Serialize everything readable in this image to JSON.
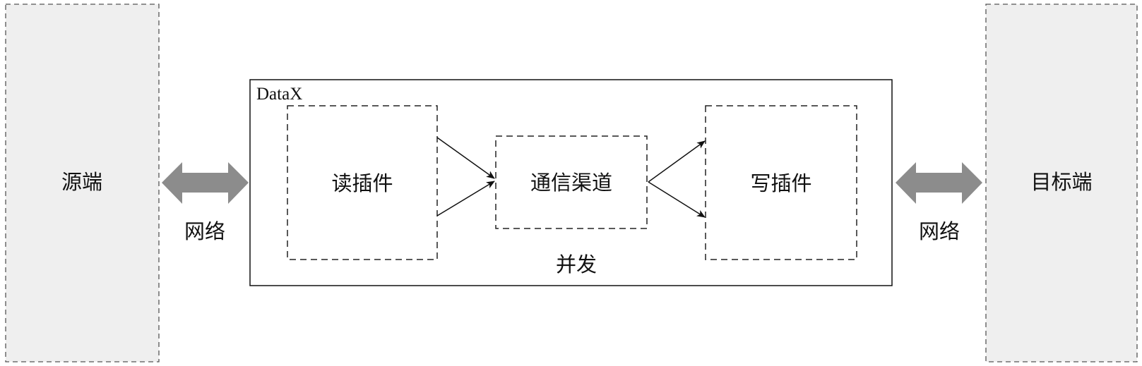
{
  "source": {
    "label": "源端"
  },
  "target": {
    "label": "目标端"
  },
  "network_left": {
    "label": "网络"
  },
  "network_right": {
    "label": "网络"
  },
  "datax": {
    "title": "DataX",
    "concurrency_label": "并发"
  },
  "reader": {
    "label": "读插件"
  },
  "channel": {
    "label": "通信渠道"
  },
  "writer": {
    "label": "写插件"
  },
  "colors": {
    "endpoint_fill": "#efefef",
    "arrow_fill": "#8c8c8c",
    "line": "#111111"
  }
}
